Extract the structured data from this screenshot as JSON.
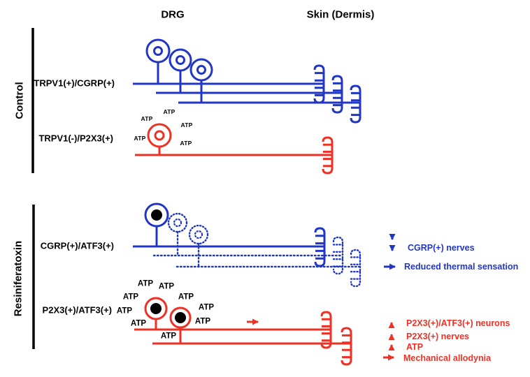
{
  "figure": {
    "columns": {
      "drg": "DRG",
      "skin": "Skin (Dermis)"
    },
    "colors": {
      "blue": "#2136c4",
      "red": "#ee3124",
      "black": "#000000",
      "background": "#ffffff"
    },
    "atp": "ATP",
    "groups": [
      {
        "id": "control",
        "label": "Control",
        "rows": [
          {
            "label": "TRPV1(+)/CGRP(+)",
            "color": "blue",
            "neuron_count": 3,
            "atp_count": 0
          },
          {
            "label": "TRPV1(-)/P2X3(+)",
            "color": "red",
            "neuron_count": 1,
            "atp_count": 5
          }
        ]
      },
      {
        "id": "resiniferatoxin",
        "label": "Resiniferatoxin",
        "rows": [
          {
            "label": "CGRP(+)/ATF3(+)",
            "color": "blue",
            "neuron_count": 3,
            "atp_count": 0
          },
          {
            "label": "P2X3(+)/ATF3(+)",
            "color": "red",
            "neuron_count": 2,
            "atp_count": 9
          }
        ]
      }
    ],
    "annotations": [
      {
        "text": "CGRP(+) nerves",
        "arrow": "double-down",
        "color": "blue"
      },
      {
        "text": "Reduced thermal sensation",
        "arrow": "right",
        "color": "blue"
      },
      {
        "text": "P2X3(+)/ATF3(+) neurons",
        "arrow": "up",
        "color": "red"
      },
      {
        "text": "P2X3(+) nerves",
        "arrow": "up",
        "color": "red"
      },
      {
        "text": "ATP",
        "arrow": "up",
        "color": "red"
      },
      {
        "text": "Mechanical allodynia",
        "arrow": "right",
        "color": "red"
      }
    ]
  }
}
